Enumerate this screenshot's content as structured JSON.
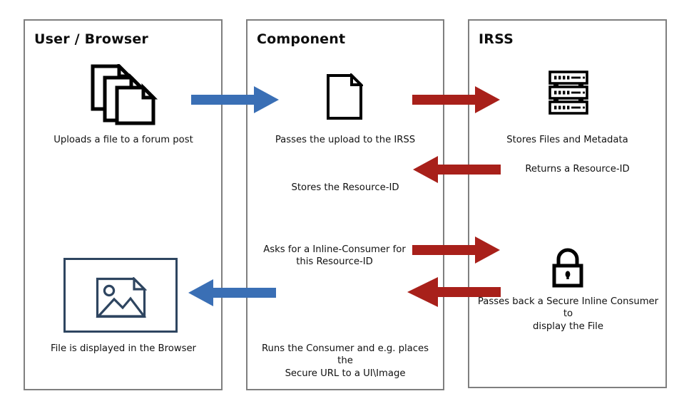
{
  "diagram": {
    "title_visible": false,
    "colors": {
      "lane_border": "#7f7f7f",
      "arrow_blue": "#3a6fb5",
      "arrow_red": "#a8201a",
      "icon_black": "#000000",
      "image_frame": "#2e4560",
      "text": "#111111"
    },
    "lanes": [
      {
        "id": "user-browser",
        "title": "User / Browser"
      },
      {
        "id": "component",
        "title": "Component"
      },
      {
        "id": "irss",
        "title": "IRSS"
      }
    ],
    "captions": {
      "uploads_file": "Uploads a file to a forum post",
      "passes_upload": "Passes the upload to the IRSS",
      "stores_files": "Stores Files and Metadata",
      "returns_resource_id": "Returns a Resource-ID",
      "stores_resource_id": "Stores the Resource-ID",
      "asks_for_consumer": "Asks for a Inline-Consumer for\nthis Resource-ID",
      "passes_back_consumer": "Passes back a Secure Inline Consumer to\ndisplay the File",
      "file_displayed": "File is displayed in the Browser",
      "runs_consumer": "Runs the Consumer and e.g. places the\nSecure URL to a UI\\Image"
    },
    "icons": {
      "documents_stack": "documents-stack-icon",
      "single_document": "document-icon",
      "server_rack": "server-rack-icon",
      "lock": "lock-icon",
      "image_placeholder": "image-placeholder-icon"
    },
    "arrows": [
      {
        "id": "upload-to-component",
        "color": "#3a6fb5",
        "direction": "right"
      },
      {
        "id": "component-to-irss",
        "color": "#a8201a",
        "direction": "right"
      },
      {
        "id": "irss-to-component",
        "color": "#a8201a",
        "direction": "left"
      },
      {
        "id": "ask-consumer",
        "color": "#a8201a",
        "direction": "right"
      },
      {
        "id": "return-consumer",
        "color": "#a8201a",
        "direction": "left"
      },
      {
        "id": "render-in-browser",
        "color": "#3a6fb5",
        "direction": "left"
      }
    ]
  }
}
